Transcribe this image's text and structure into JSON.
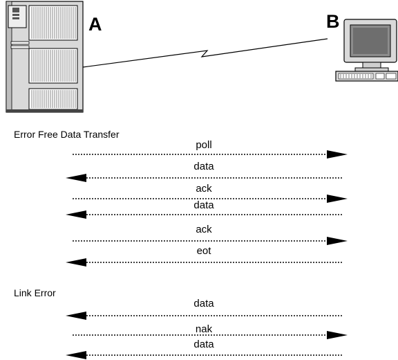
{
  "nodes": {
    "a_label": "A",
    "b_label": "B",
    "a_icon": "server-tower-icon",
    "b_icon": "desktop-computer-icon"
  },
  "sections": {
    "error_free": {
      "title": "Error Free Data Transfer",
      "messages": [
        {
          "label": "poll",
          "direction": "A-to-B"
        },
        {
          "label": "data",
          "direction": "B-to-A"
        },
        {
          "label": "ack",
          "direction": "A-to-B"
        },
        {
          "label": "data",
          "direction": "B-to-A"
        },
        {
          "label": "ack",
          "direction": "A-to-B"
        },
        {
          "label": "eot",
          "direction": "B-to-A"
        }
      ]
    },
    "link_error": {
      "title": "Link Error",
      "messages": [
        {
          "label": "data",
          "direction": "B-to-A"
        },
        {
          "label": "nak",
          "direction": "A-to-B"
        },
        {
          "label": "data",
          "direction": "B-to-A"
        }
      ]
    }
  },
  "colors": {
    "ink": "#000000",
    "case": "#d9d9d9",
    "screen": "#8c8c8c"
  }
}
